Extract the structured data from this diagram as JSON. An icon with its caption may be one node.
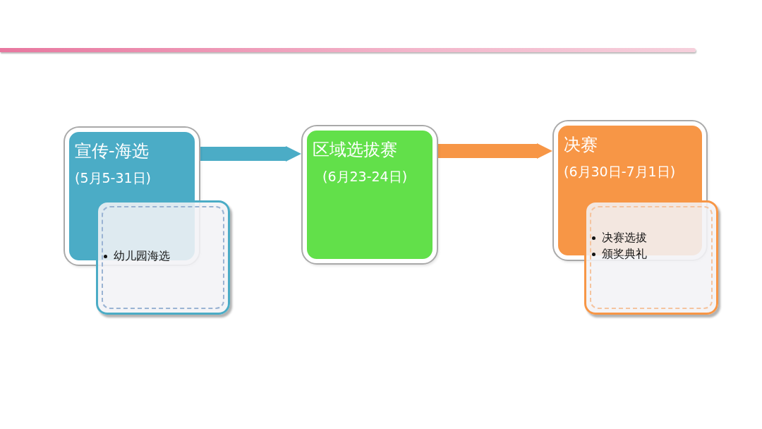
{
  "diagram": {
    "nodes": [
      {
        "text": [
          "宣传-海选",
          "(5月5-31日)"
        ]
      },
      {
        "text": [
          "幼儿园海选"
        ]
      },
      {
        "text": [
          "区域选拔赛",
          "(6月23-24日)"
        ]
      },
      {
        "text": [
          "决赛",
          "(6月30日-7月1日)"
        ]
      },
      {
        "text": [
          "决赛选拔",
          "颁奖典礼"
        ]
      }
    ],
    "edges": [
      {
        "from": 0,
        "to": 2,
        "arrow": "to",
        "color": "#4bacc6"
      },
      {
        "from": 2,
        "to": 3,
        "arrow": "to",
        "color": "#f79646"
      }
    ]
  }
}
